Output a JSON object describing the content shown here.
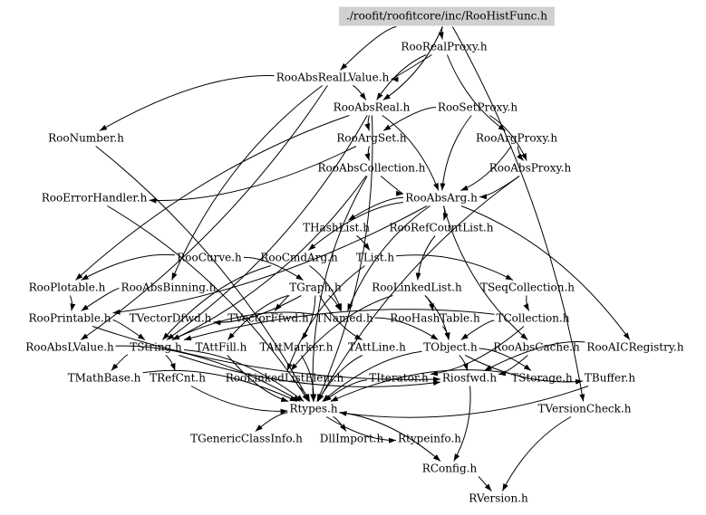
{
  "diagram": {
    "nodes": [
      {
        "id": "root",
        "label": "./roofit/roofitcore/inc/RooHistFunc.h",
        "highlight": true
      },
      {
        "id": "realproxy",
        "label": "RooRealProxy.h"
      },
      {
        "id": "absreallvalue",
        "label": "RooAbsRealLValue.h"
      },
      {
        "id": "absreal",
        "label": "RooAbsReal.h"
      },
      {
        "id": "setproxy",
        "label": "RooSetProxy.h"
      },
      {
        "id": "number",
        "label": "RooNumber.h"
      },
      {
        "id": "argset",
        "label": "RooArgSet.h"
      },
      {
        "id": "argproxy",
        "label": "RooArgProxy.h"
      },
      {
        "id": "abscollection",
        "label": "RooAbsCollection.h"
      },
      {
        "id": "absproxy",
        "label": "RooAbsProxy.h"
      },
      {
        "id": "errorhandler",
        "label": "RooErrorHandler.h"
      },
      {
        "id": "absarg",
        "label": "RooAbsArg.h"
      },
      {
        "id": "thashlist",
        "label": "THashList.h"
      },
      {
        "id": "refcountlist",
        "label": "RooRefCountList.h"
      },
      {
        "id": "curve",
        "label": "RooCurve.h"
      },
      {
        "id": "cmdarg",
        "label": "RooCmdArg.h"
      },
      {
        "id": "tlist",
        "label": "TList.h"
      },
      {
        "id": "plotable",
        "label": "RooPlotable.h"
      },
      {
        "id": "absbinning",
        "label": "RooAbsBinning.h"
      },
      {
        "id": "tgraph",
        "label": "TGraph.h"
      },
      {
        "id": "linkedlist",
        "label": "RooLinkedList.h"
      },
      {
        "id": "tseqcollection",
        "label": "TSeqCollection.h"
      },
      {
        "id": "printable",
        "label": "RooPrintable.h"
      },
      {
        "id": "tvectordfwd",
        "label": "TVectorDfwd.h"
      },
      {
        "id": "tvectorffwd",
        "label": "TVectorFfwd.h"
      },
      {
        "id": "tnamed",
        "label": "TNamed.h"
      },
      {
        "id": "hashtable",
        "label": "RooHashTable.h"
      },
      {
        "id": "tcollection",
        "label": "TCollection.h"
      },
      {
        "id": "abslvalue",
        "label": "RooAbsLValue.h"
      },
      {
        "id": "tstring",
        "label": "TString.h"
      },
      {
        "id": "tattfill",
        "label": "TAttFill.h"
      },
      {
        "id": "tattmarker",
        "label": "TAttMarker.h"
      },
      {
        "id": "tattline",
        "label": "TAttLine.h"
      },
      {
        "id": "tobject",
        "label": "TObject.h"
      },
      {
        "id": "abscache",
        "label": "RooAbsCache.h"
      },
      {
        "id": "aicregistry",
        "label": "RooAICRegistry.h"
      },
      {
        "id": "tmathbase",
        "label": "TMathBase.h"
      },
      {
        "id": "trefcnt",
        "label": "TRefCnt.h"
      },
      {
        "id": "linkedlistelem",
        "label": "RooLinkedListElem.h"
      },
      {
        "id": "titerator",
        "label": "TIterator.h"
      },
      {
        "id": "riosfwd",
        "label": "Riosfwd.h"
      },
      {
        "id": "tstorage",
        "label": "TStorage.h"
      },
      {
        "id": "tbuffer",
        "label": "TBuffer.h"
      },
      {
        "id": "rtypes",
        "label": "Rtypes.h"
      },
      {
        "id": "tversioncheck",
        "label": "TVersionCheck.h"
      },
      {
        "id": "tgenericclassinfo",
        "label": "TGenericClassInfo.h"
      },
      {
        "id": "dllimport",
        "label": "DllImport.h"
      },
      {
        "id": "rtypeinfo",
        "label": "Rtypeinfo.h"
      },
      {
        "id": "rconfig",
        "label": "RConfig.h"
      },
      {
        "id": "rversion",
        "label": "RVersion.h"
      }
    ],
    "edges": [
      [
        "root",
        "realproxy"
      ],
      [
        "root",
        "absreal"
      ],
      [
        "root",
        "absreallvalue"
      ],
      [
        "root",
        "tversioncheck"
      ],
      [
        "realproxy",
        "absreal"
      ],
      [
        "realproxy",
        "absreallvalue"
      ],
      [
        "realproxy",
        "argproxy"
      ],
      [
        "absreallvalue",
        "absreal"
      ],
      [
        "absreallvalue",
        "number"
      ],
      [
        "absreallvalue",
        "abslvalue"
      ],
      [
        "absreallvalue",
        "absbinning"
      ],
      [
        "absreal",
        "absarg"
      ],
      [
        "absreal",
        "plotable"
      ],
      [
        "absreal",
        "tstring"
      ],
      [
        "absreal",
        "argset"
      ],
      [
        "absreal",
        "rtypes"
      ],
      [
        "setproxy",
        "argset"
      ],
      [
        "setproxy",
        "absproxy"
      ],
      [
        "setproxy",
        "absarg"
      ],
      [
        "number",
        "rtypes"
      ],
      [
        "argset",
        "abscollection"
      ],
      [
        "argset",
        "errorhandler"
      ],
      [
        "argproxy",
        "absproxy"
      ],
      [
        "argproxy",
        "absarg"
      ],
      [
        "abscollection",
        "absarg"
      ],
      [
        "abscollection",
        "tstring"
      ],
      [
        "abscollection",
        "rtypes"
      ],
      [
        "absproxy",
        "absarg"
      ],
      [
        "absproxy",
        "rtypes"
      ],
      [
        "errorhandler",
        "rtypes"
      ],
      [
        "absarg",
        "thashlist"
      ],
      [
        "absarg",
        "refcountlist"
      ],
      [
        "absarg",
        "cmdarg"
      ],
      [
        "absarg",
        "printable"
      ],
      [
        "absarg",
        "abscache"
      ],
      [
        "absarg",
        "aicregistry"
      ],
      [
        "absarg",
        "tnamed"
      ],
      [
        "thashlist",
        "tlist"
      ],
      [
        "refcountlist",
        "linkedlist"
      ],
      [
        "curve",
        "tgraph"
      ],
      [
        "curve",
        "plotable"
      ],
      [
        "cmdarg",
        "tnamed"
      ],
      [
        "cmdarg",
        "tstring"
      ],
      [
        "tlist",
        "tseqcollection"
      ],
      [
        "tlist",
        "linkedlistelem"
      ],
      [
        "plotable",
        "printable"
      ],
      [
        "absbinning",
        "printable"
      ],
      [
        "tgraph",
        "tnamed"
      ],
      [
        "tgraph",
        "tvectorffwd"
      ],
      [
        "tgraph",
        "tvectordfwd"
      ],
      [
        "tgraph",
        "tattfill"
      ],
      [
        "tgraph",
        "tattmarker"
      ],
      [
        "tgraph",
        "tattline"
      ],
      [
        "linkedlist",
        "hashtable"
      ],
      [
        "linkedlist",
        "linkedlistelem"
      ],
      [
        "linkedlist",
        "tobject"
      ],
      [
        "tseqcollection",
        "tcollection"
      ],
      [
        "printable",
        "tstring"
      ],
      [
        "printable",
        "riosfwd"
      ],
      [
        "tnamed",
        "tobject"
      ],
      [
        "tnamed",
        "tstring"
      ],
      [
        "hashtable",
        "tobject"
      ],
      [
        "tcollection",
        "tobject"
      ],
      [
        "tcollection",
        "titerator"
      ],
      [
        "tcollection",
        "tstring"
      ],
      [
        "abslvalue",
        "rtypes"
      ],
      [
        "tstring",
        "tmathbase"
      ],
      [
        "tstring",
        "trefcnt"
      ],
      [
        "tstring",
        "riosfwd"
      ],
      [
        "tstring",
        "rtypes"
      ],
      [
        "tattfill",
        "rtypes"
      ],
      [
        "tattmarker",
        "rtypes"
      ],
      [
        "tattline",
        "rtypes"
      ],
      [
        "tobject",
        "tstorage"
      ],
      [
        "tobject",
        "tbuffer"
      ],
      [
        "tobject",
        "riosfwd"
      ],
      [
        "tobject",
        "rtypes"
      ],
      [
        "abscache",
        "riosfwd"
      ],
      [
        "aicregistry",
        "riosfwd"
      ],
      [
        "tmathbase",
        "rtypes"
      ],
      [
        "trefcnt",
        "rtypes"
      ],
      [
        "linkedlistelem",
        "rtypes"
      ],
      [
        "titerator",
        "rtypes"
      ],
      [
        "riosfwd",
        "rconfig"
      ],
      [
        "tstorage",
        "rtypes"
      ],
      [
        "tbuffer",
        "rtypes"
      ],
      [
        "rtypes",
        "tgenericclassinfo"
      ],
      [
        "rtypes",
        "dllimport"
      ],
      [
        "rtypes",
        "rtypeinfo"
      ],
      [
        "rtypes",
        "rconfig"
      ],
      [
        "tversioncheck",
        "rversion"
      ],
      [
        "rconfig",
        "rversion"
      ]
    ]
  }
}
